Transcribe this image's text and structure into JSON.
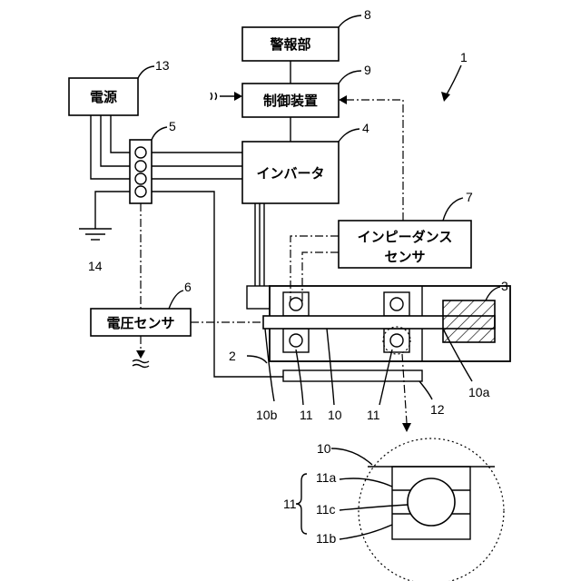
{
  "figure_number": "1",
  "blocks": {
    "alarm": {
      "label": "警報部",
      "ref": "8"
    },
    "controller": {
      "label": "制御装置",
      "ref": "9"
    },
    "power": {
      "label": "電源",
      "ref": "13"
    },
    "inverter": {
      "label": "インバータ",
      "ref": "4"
    },
    "impedance": {
      "label_line1": "インピーダンス",
      "label_line2": "センサ",
      "ref": "7"
    },
    "voltage": {
      "label": "電圧センサ",
      "ref": "6"
    }
  },
  "refs": {
    "terminal": "5",
    "ground": "14",
    "motor_housing": "2",
    "motor_part": "3",
    "shaft_end_a": "10a",
    "shaft_end_b": "10b",
    "shaft": "10",
    "bearing_left": "11",
    "bearing_right": "11",
    "base": "12"
  },
  "detail": {
    "shaft_ref": "10",
    "bearing_ref": "11",
    "bearing_parts": [
      "11a",
      "11c",
      "11b"
    ]
  }
}
